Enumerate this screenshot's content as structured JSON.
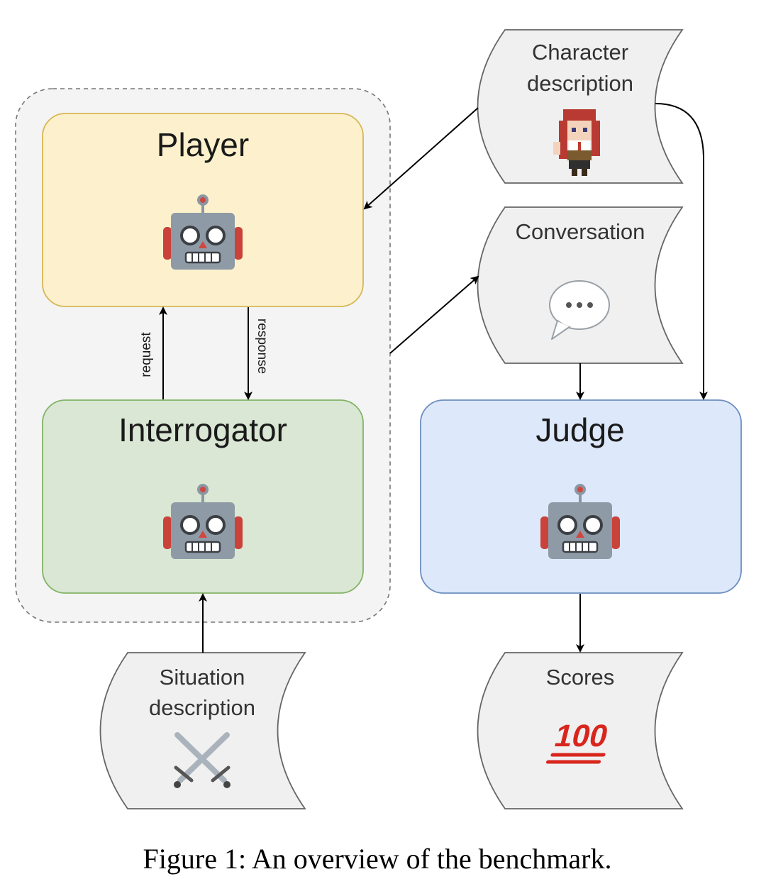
{
  "nodes": {
    "player": {
      "label": "Player",
      "icon": "robot-icon",
      "fill": "#fcf1cc",
      "stroke": "#d6b656"
    },
    "interrogator": {
      "label": "Interrogator",
      "icon": "robot-icon",
      "fill": "#d9e7d4",
      "stroke": "#82b366"
    },
    "judge": {
      "label": "Judge",
      "icon": "robot-icon",
      "fill": "#dde8fa",
      "stroke": "#6c8ebf"
    }
  },
  "documents": {
    "character": {
      "label_line1": "Character",
      "label_line2": "description",
      "icon": "anime-character-icon"
    },
    "conversation": {
      "label": "Conversation",
      "icon": "speech-bubble-icon"
    },
    "situation": {
      "label_line1": "Situation",
      "label_line2": "description",
      "icon": "crossed-swords-icon"
    },
    "scores": {
      "label": "Scores",
      "icon": "hundred-points-icon"
    }
  },
  "edges": {
    "request": "request",
    "response": "response"
  },
  "caption": "Figure 1: An overview of the benchmark."
}
